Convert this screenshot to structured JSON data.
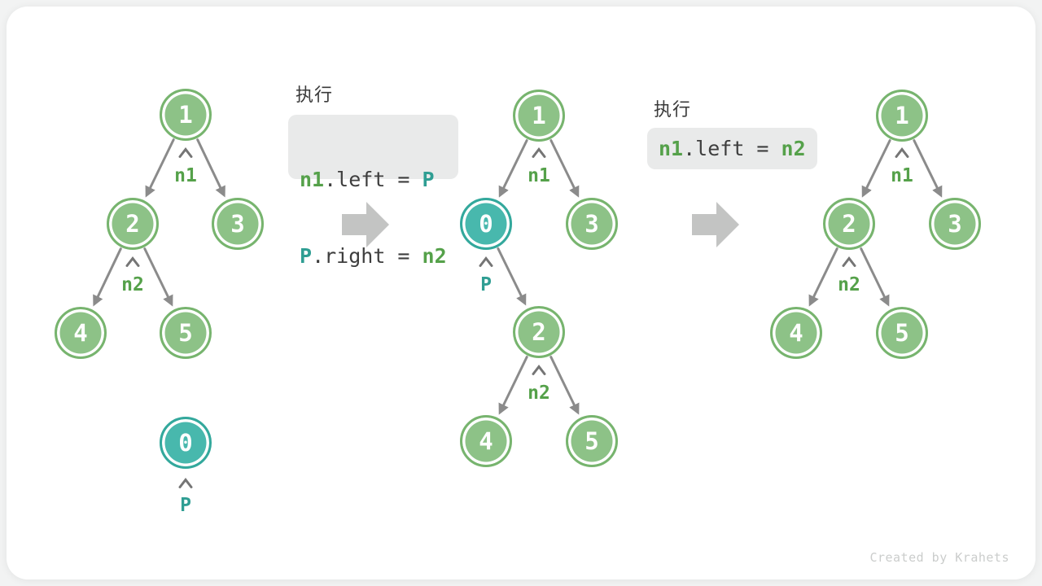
{
  "page": {
    "watermark": "Created by Krahets"
  },
  "colors": {
    "green-fill": "#8dc287",
    "green-border": "#77b46e",
    "teal-fill": "#48b8ad",
    "teal-border": "#33a89c",
    "node-text": "#ffffff",
    "label-green": "#55a14a",
    "label-teal": "#2f9e93",
    "code-bg": "#e9eaea",
    "code-plain": "#3e3e3e",
    "edge-gray": "#8b8b8b",
    "caret-gray": "#757575",
    "block-arrow": "#c3c4c3",
    "title-text": "#3a3a3a",
    "watermark": "#cbcdcc",
    "card-bg": "#ffffff",
    "page-bg": "#f2f3f3"
  },
  "steps": [
    {
      "title": "执行",
      "code": [
        [
          {
            "text": "n1",
            "color": "green"
          },
          {
            "text": ".left = ",
            "color": "plain"
          },
          {
            "text": "P",
            "color": "teal"
          }
        ],
        [
          {
            "text": "P",
            "color": "teal"
          },
          {
            "text": ".right = ",
            "color": "plain"
          },
          {
            "text": "n2",
            "color": "green"
          }
        ]
      ]
    },
    {
      "title": "执行",
      "code": [
        [
          {
            "text": "n1",
            "color": "green"
          },
          {
            "text": ".left = ",
            "color": "plain"
          },
          {
            "text": "n2",
            "color": "green"
          }
        ]
      ]
    }
  ],
  "trees": [
    {
      "name": "before",
      "nodes": [
        {
          "value": "1",
          "variant": "green"
        },
        {
          "value": "2",
          "variant": "green"
        },
        {
          "value": "3",
          "variant": "green"
        },
        {
          "value": "4",
          "variant": "green"
        },
        {
          "value": "5",
          "variant": "green"
        },
        {
          "value": "0",
          "variant": "teal"
        }
      ],
      "edges": [
        "1->2",
        "1->3",
        "2->4",
        "2->5"
      ],
      "labels": [
        {
          "text": "n1",
          "color": "green",
          "points_to": "1"
        },
        {
          "text": "n2",
          "color": "green",
          "points_to": "2"
        },
        {
          "text": "P",
          "color": "teal",
          "points_to": "0"
        }
      ]
    },
    {
      "name": "intermediate",
      "nodes": [
        {
          "value": "1",
          "variant": "green"
        },
        {
          "value": "0",
          "variant": "teal"
        },
        {
          "value": "3",
          "variant": "green"
        },
        {
          "value": "2",
          "variant": "green"
        },
        {
          "value": "4",
          "variant": "green"
        },
        {
          "value": "5",
          "variant": "green"
        }
      ],
      "edges": [
        "1->0",
        "1->3",
        "0->2",
        "2->4",
        "2->5"
      ],
      "labels": [
        {
          "text": "n1",
          "color": "green",
          "points_to": "1"
        },
        {
          "text": "P",
          "color": "teal",
          "points_to": "0"
        },
        {
          "text": "n2",
          "color": "green",
          "points_to": "2"
        }
      ]
    },
    {
      "name": "after",
      "nodes": [
        {
          "value": "1",
          "variant": "green"
        },
        {
          "value": "2",
          "variant": "green"
        },
        {
          "value": "3",
          "variant": "green"
        },
        {
          "value": "4",
          "variant": "green"
        },
        {
          "value": "5",
          "variant": "green"
        }
      ],
      "edges": [
        "1->2",
        "1->3",
        "2->4",
        "2->5"
      ],
      "labels": [
        {
          "text": "n1",
          "color": "green",
          "points_to": "1"
        },
        {
          "text": "n2",
          "color": "green",
          "points_to": "2"
        }
      ]
    }
  ]
}
